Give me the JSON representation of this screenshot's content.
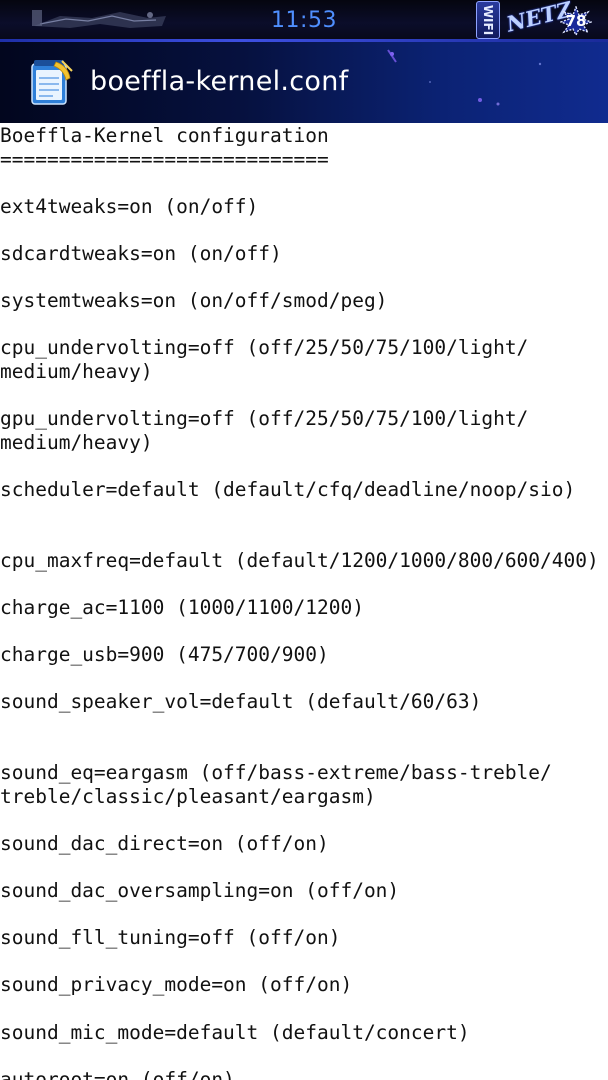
{
  "status_bar": {
    "time": "11:53",
    "wifi_label": "WIFI",
    "network_label": "NETZ",
    "battery_level": "78",
    "icons": [
      "wifi-icon",
      "netz-icon",
      "battery-icon"
    ]
  },
  "title_bar": {
    "title": "boeffla-kernel.conf",
    "icon": "notepad-icon"
  },
  "colors": {
    "status_time": "#4f8fff",
    "title_bar_dark": "#02061e",
    "title_bar_light": "#102b8f",
    "content_background": "#ffffff",
    "content_text": "#111111"
  },
  "file_lines": [
    "Boeffla-Kernel configuration",
    "============================",
    "",
    "ext4tweaks=on (on/off)",
    "",
    "sdcardtweaks=on (on/off)",
    "",
    "systemtweaks=on (on/off/smod/peg)",
    "",
    "cpu_undervolting=off (off/25/50/75/100/light/",
    "medium/heavy)",
    "",
    "gpu_undervolting=off (off/25/50/75/100/light/",
    "medium/heavy)",
    "",
    "scheduler=default (default/cfq/deadline/noop/sio)",
    "",
    "",
    "cpu_maxfreq=default (default/1200/1000/800/600/400)",
    "",
    "charge_ac=1100 (1000/1100/1200)",
    "",
    "charge_usb=900 (475/700/900)",
    "",
    "sound_speaker_vol=default (default/60/63)",
    "",
    "",
    "sound_eq=eargasm (off/bass-extreme/bass-treble/",
    "treble/classic/pleasant/eargasm)",
    "",
    "sound_dac_direct=on (off/on)",
    "",
    "sound_dac_oversampling=on (off/on)",
    "",
    "sound_fll_tuning=off (off/on)",
    "",
    "sound_privacy_mode=on (off/on)",
    "",
    "sound_mic_mode=default (default/concert)",
    "",
    "autoroot=on (off/on)"
  ]
}
